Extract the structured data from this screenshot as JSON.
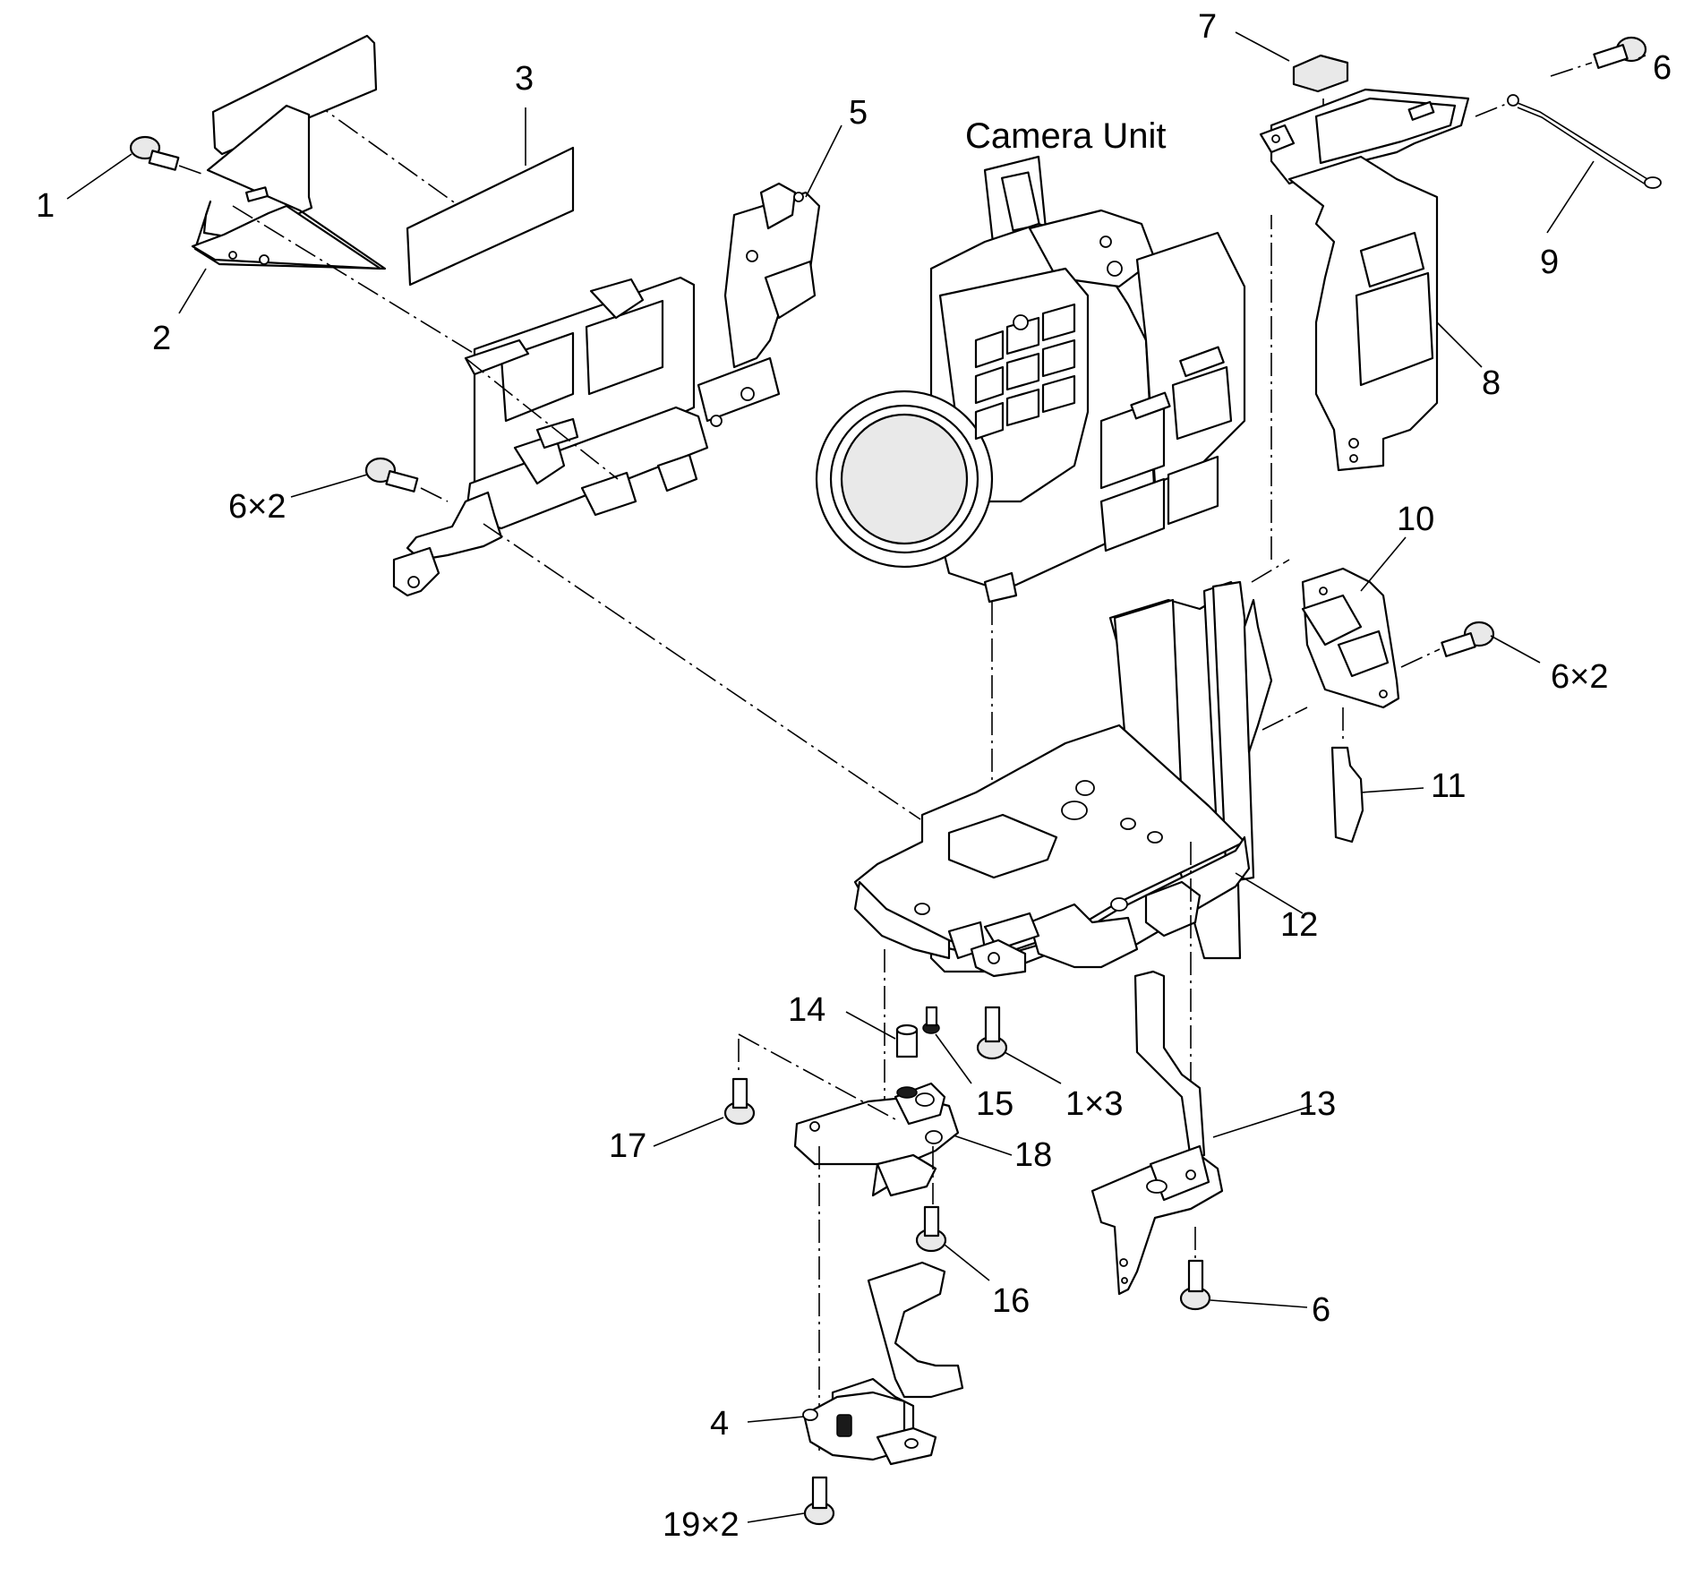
{
  "diagram": {
    "title": "Camera Unit",
    "callouts": {
      "c1": "1",
      "c2": "2",
      "c3": "3",
      "c4": "4",
      "c5": "5",
      "c6_top": "6",
      "c6x2_left": "6×2",
      "c7": "7",
      "c8": "8",
      "c9": "9",
      "c10": "10",
      "c6x2_right": "6×2",
      "c11": "11",
      "c12": "12",
      "c13": "13",
      "c14": "14",
      "c15": "15",
      "c1x3": "1×3",
      "c17": "17",
      "c18": "18",
      "c16": "16",
      "c6_bottom": "6",
      "c19x2": "19×2"
    }
  }
}
